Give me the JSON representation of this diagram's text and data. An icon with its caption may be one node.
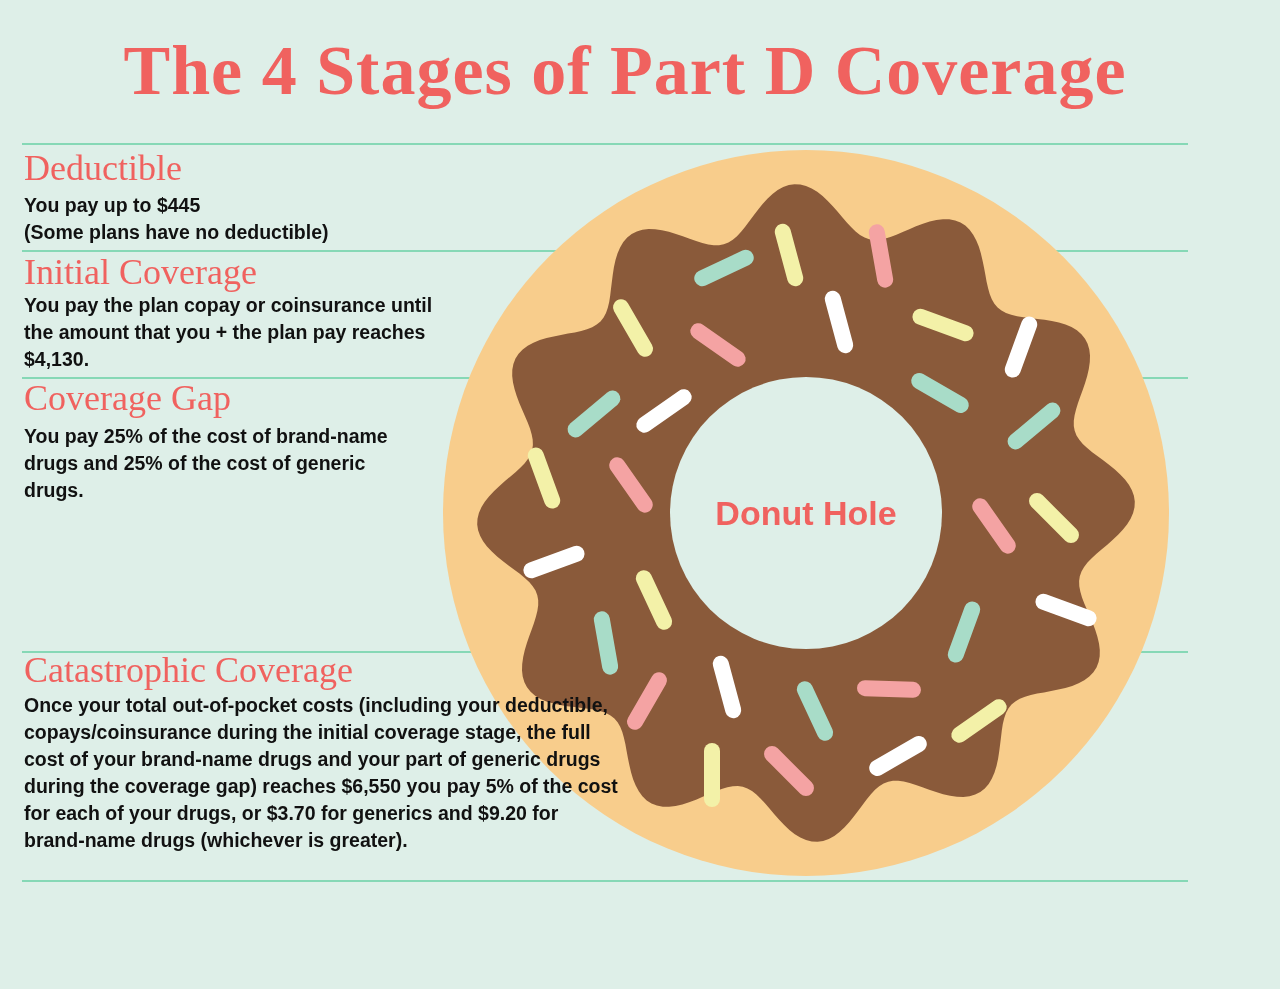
{
  "diagram": {
    "title": "The 4 Stages of Part D Coverage",
    "nodes": [
      {
        "text": [
          "Donut Hole"
        ]
      }
    ],
    "labels": [
      "Deductible",
      "You pay up to $445",
      "(Some plans have no deductible)",
      "Initial Coverage",
      "You pay the plan copay or coinsurance until the amount that you + the plan pay reaches $4,130.",
      "Coverage Gap",
      "You pay 25% of the cost of brand-name drugs and 25% of the cost of generic drugs.",
      "Catastrophic Coverage",
      "Once your total out-of-pocket costs (including your deductible, copays/coinsurance during the initial coverage stage, the full cost of your brand-name drugs and your part of generic drugs during the coverage gap) reaches $6,550 you pay 5% of the cost for each of your drugs, or $3.70 for generics and $9.20 for brand-name drugs (whichever is greater)."
    ]
  }
}
